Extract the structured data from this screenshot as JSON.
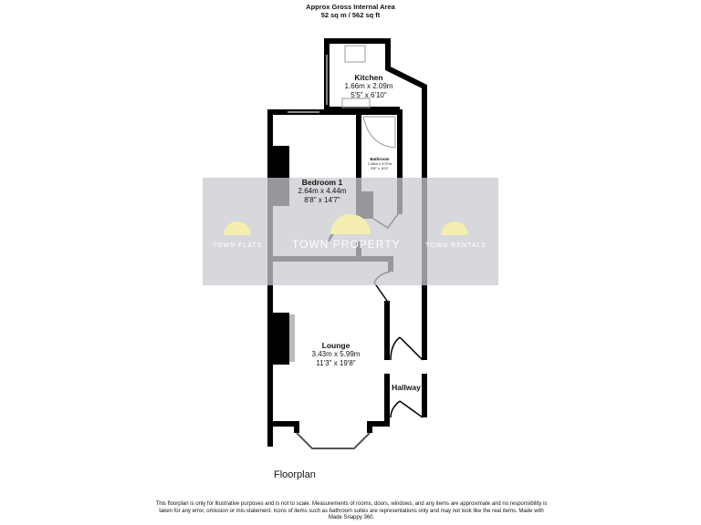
{
  "header": {
    "title": "Approx Gross Internal Area",
    "area": "52 sq m / 562 sq ft"
  },
  "rooms": {
    "kitchen": {
      "name": "Kitchen",
      "metric": "1.66m x 2.09m",
      "imperial": "5'5\" x 6'10\""
    },
    "bathroom": {
      "name": "Bathroom",
      "metric": "1.06m x 3.07m",
      "imperial": "3'6\" x 10'2\""
    },
    "bedroom": {
      "name": "Bedroom 1",
      "metric": "2.64m x 4.44m",
      "imperial": "8'8\" x 14'7\""
    },
    "lounge": {
      "name": "Lounge",
      "metric": "3.43m x 5.99m",
      "imperial": "11'3\" x 19'8\""
    },
    "hallway": {
      "name": "Hallway"
    }
  },
  "watermark": {
    "left": "TOWN FLATS",
    "center": "TOWN PROPERTY",
    "right": "TOWN RENTALS",
    "logo_color": "#f3eeb0",
    "band_color": "#c8cbcf"
  },
  "floor_label": "Floorplan",
  "disclaimer": "This floorplan is only for illustrative purposes and is not to scale. Measurements of rooms, doors, windows, and any items are approximate and no responsibility is taken for any error, omission or mis-statement. Icons of items such as bathroom suites are representations only and may not look like the real items. Made with Made Snappy 360."
}
